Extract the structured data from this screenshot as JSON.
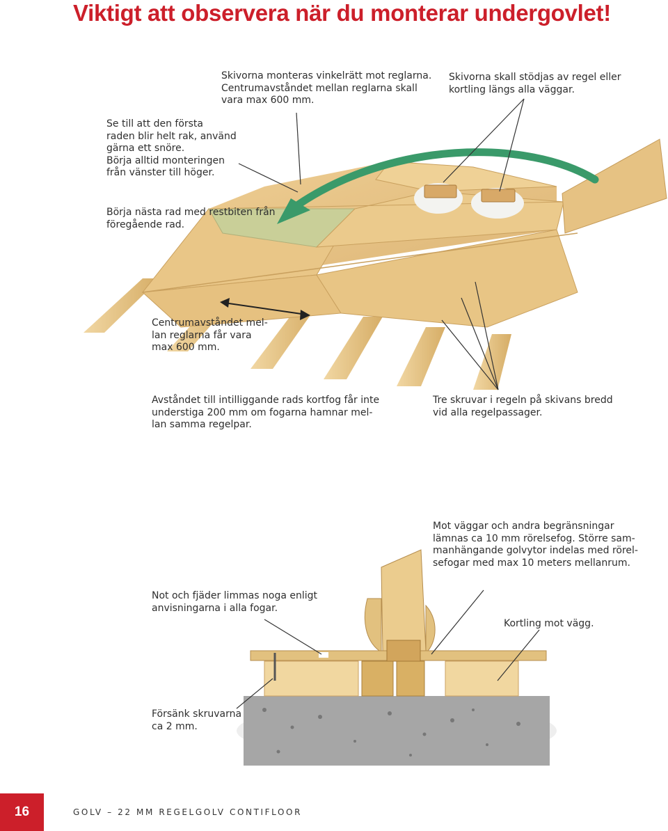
{
  "title": "Viktigt att observera när du monterar undergovlet!",
  "captions": {
    "first_row": "Se till att den första\nraden blir helt rak, använd\ngärna ett snöre.\nBörja alltid monteringen\nfrån vänster till höger.",
    "perpendicular": "Skivorna monteras vinkelrätt mot reglarna.\nCentrumavståndet mellan reglarna skall\nvara max 600 mm.",
    "supported": "Skivorna skall stödjas av regel eller\nkortling längs alla väggar.",
    "next_row": "Börja nästa rad med restbiten från\nföregående rad.",
    "joist_spacing": "Centrumavståndet mel-\nlan reglarna får vara\nmax 600 mm.",
    "short_joint": "Avståndet till intilliggande rads kortfog får inte\nunderstiga 200 mm om fogarna hamnar mel-\nlan samma regelpar.",
    "three_screws": "Tre skruvar i regeln på skivans bredd\nvid alla regelpassager.",
    "expansion_gap": "Mot väggar och andra begränsningar\nlämnas ca 10 mm rörelsefog. Större sam-\nmanhängande golvytor indelas med rörel-\nsefogar med max 10 meters mellanrum.",
    "glue_joints": "Not och fjäder limmas noga enligt\nanvisningarna i alla fogar.",
    "nogging": "Kortling mot vägg.",
    "countersink": "Försänk skruvarna\nca 2 mm."
  },
  "footer": {
    "page_number": "16",
    "text": "GOLV – 22 MM REGELGOLV CONTIFLOOR"
  },
  "colors": {
    "title_red": "#cc1f2a",
    "board": "#e8c58a",
    "board_edge": "#c89a55",
    "arrow_green": "#3a9a6a",
    "concrete": "#a8a8a8",
    "wood": "#d9b064"
  }
}
